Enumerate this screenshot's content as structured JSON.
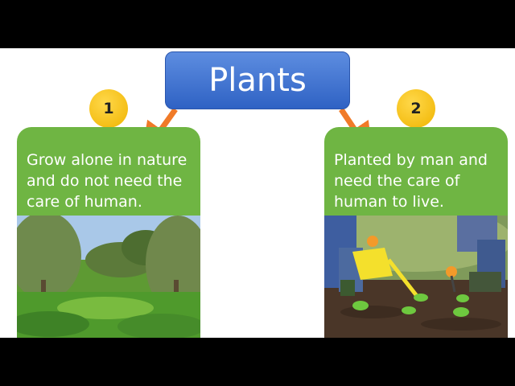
{
  "title": "Plants",
  "badges": [
    "1",
    "2"
  ],
  "cards": [
    {
      "text": "Grow alone in nature\nand do not need the\ncare of human."
    },
    {
      "text": "Planted by man and\nneed the care of\nhuman to live."
    }
  ],
  "colors": {
    "title_fill": "#3b6fd1",
    "card_fill": "#6fb543",
    "badge_fill": "#f6c21a",
    "arrow": "#f07a28"
  },
  "icons": [
    "wild-field-photo",
    "gardening-photo"
  ]
}
